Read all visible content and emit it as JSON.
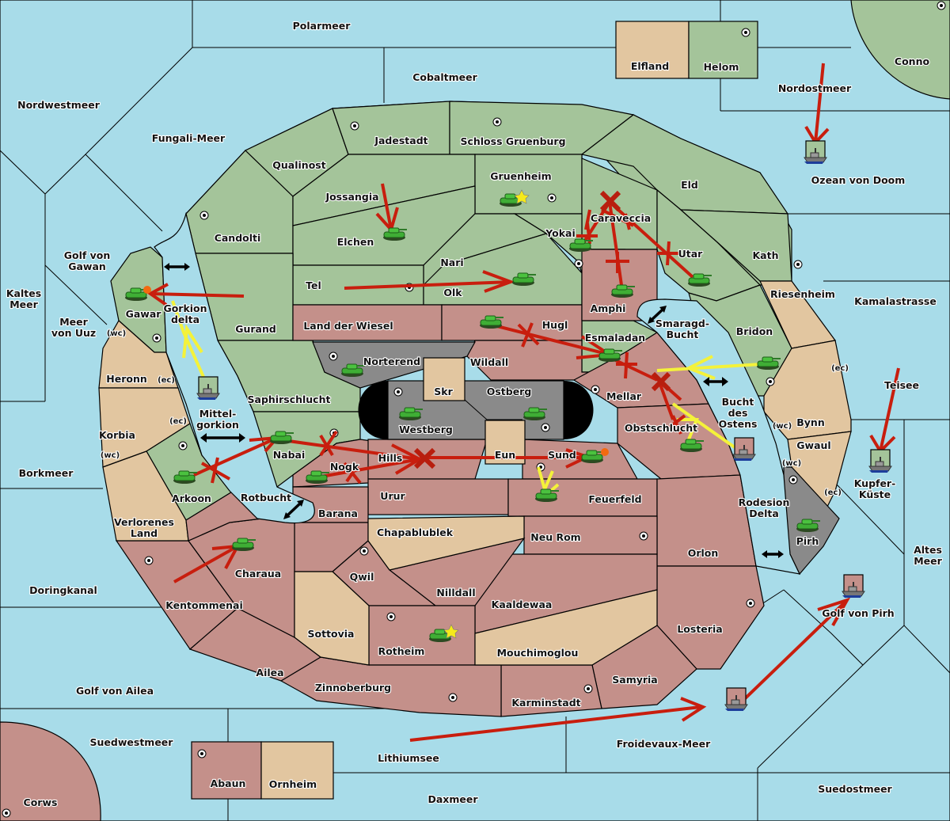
{
  "colors": {
    "sea": "#a8dce9",
    "green_power": "#a4c49a",
    "tan_neutral": "#e2c6a0",
    "red_power": "#c4908a",
    "gray_power": "#8a8a8a",
    "order_move": "#c81e0e",
    "order_support": "#f4f23a"
  },
  "seas": [
    {
      "name": "Polarmeer"
    },
    {
      "name": "Cobaltmeer"
    },
    {
      "name": "Nordwestmeer"
    },
    {
      "name": "Fungali-Meer"
    },
    {
      "name": "Nordostmeer"
    },
    {
      "name": "Ozean von Doom"
    },
    {
      "name": "Golf von Gawan"
    },
    {
      "name": "Kaltes Meer"
    },
    {
      "name": "Meer von Uuz"
    },
    {
      "name": "Gorkion delta"
    },
    {
      "name": "Mittel-gorkion"
    },
    {
      "name": "Rotbucht"
    },
    {
      "name": "Borkmeer"
    },
    {
      "name": "Doringkanal"
    },
    {
      "name": "Golf von Ailea"
    },
    {
      "name": "Suedwestmeer"
    },
    {
      "name": "Lithiumsee"
    },
    {
      "name": "Daxmeer"
    },
    {
      "name": "Froidevaux-Meer"
    },
    {
      "name": "Suedostmeer"
    },
    {
      "name": "Golf von Pirh"
    },
    {
      "name": "Altes Meer"
    },
    {
      "name": "Kupfer-Küste"
    },
    {
      "name": "Teisee"
    },
    {
      "name": "Kamalastrasse"
    },
    {
      "name": "Smaragd-Bucht"
    },
    {
      "name": "Bucht des Ostens"
    },
    {
      "name": "Rodesion Delta"
    }
  ],
  "labels": {
    "polarmeer": "Polarmeer",
    "cobaltmeer": "Cobaltmeer",
    "nordwestmeer": "Nordwestmeer",
    "fungali": "Fungali-Meer",
    "nordostmeer": "Nordostmeer",
    "ozean": "Ozean von Doom",
    "golf_gawan_1": "Golf von",
    "golf_gawan_2": "Gawan",
    "kaltes_1": "Kaltes",
    "kaltes_2": "Meer",
    "uuz_1": "Meer",
    "uuz_2": "von Uuz",
    "gorkion_1": "Gorkion",
    "gorkion_2": "delta",
    "mittel_1": "Mittel-",
    "mittel_2": "gorkion",
    "rotbucht": "Rotbucht",
    "borkmeer": "Borkmeer",
    "doringkanal": "Doringkanal",
    "golf_ailea": "Golf von Ailea",
    "suedwestmeer": "Suedwestmeer",
    "lithiumsee": "Lithiumsee",
    "daxmeer": "Daxmeer",
    "froidevaux": "Froidevaux-Meer",
    "suedostmeer": "Suedostmeer",
    "golf_pirh": "Golf von Pirh",
    "altes_1": "Altes",
    "altes_2": "Meer",
    "kupfer_1": "Kupfer-",
    "kupfer_2": "Küste",
    "teisee": "Teisee",
    "kamala": "Kamalastrasse",
    "smaragd_1": "Smaragd-",
    "smaragd_2": "Bucht",
    "bucht_1": "Bucht",
    "bucht_2": "des",
    "bucht_3": "Ostens",
    "rodesion_1": "Rodesion",
    "rodesion_2": "Delta",
    "elfland": "Elfland",
    "helom": "Helom",
    "conno": "Conno",
    "jadestadt": "Jadestadt",
    "schloss": "Schloss Gruenburg",
    "qualinost": "Qualinost",
    "jossangia": "Jossangia",
    "gruenheim": "Gruenheim",
    "eld": "Eld",
    "candolti": "Candolti",
    "elchen": "Elchen",
    "caraveccia": "Caraveccia",
    "yokai": "Yokai",
    "nari": "Nari",
    "utar": "Utar",
    "kath": "Kath",
    "tel": "Tel",
    "olk": "Olk",
    "amphi": "Amphi",
    "riesenheim": "Riesenheim",
    "gawar": "Gawar",
    "gurand": "Gurand",
    "wiesel": "Land der Wiesel",
    "hugl": "Hugl",
    "esmaladan": "Esmaladan",
    "bridon": "Bridon",
    "heronn": "Heronn",
    "norterend": "Norterend",
    "wildall": "Wildall",
    "skr": "Skr",
    "ostberg": "Ostberg",
    "mellar": "Mellar",
    "saphir": "Saphirschlucht",
    "westberg": "Westberg",
    "korbia": "Korbia",
    "obstschlucht": "Obstschlucht",
    "bynn": "Bynn",
    "nabai": "Nabai",
    "eun": "Eun",
    "sund": "Sund",
    "hills": "Hills",
    "nogk": "Nogk",
    "gwaul": "Gwaul",
    "arkoon": "Arkoon",
    "urur": "Urur",
    "feuerfeld": "Feuerfeld",
    "barana": "Barana",
    "verlorenes_1": "Verlorenes",
    "verlorenes_2": "Land",
    "chapa": "Chapablublek",
    "neurom": "Neu Rom",
    "pirh": "Pirh",
    "orlon": "Orlon",
    "charaua": "Charaua",
    "qwil": "Qwil",
    "nilldall": "Nilldall",
    "kaaldewaa": "Kaaldewaa",
    "kentommenai": "Kentommenai",
    "sottovia": "Sottovia",
    "rotheim": "Rotheim",
    "mouchi": "Mouchimoglou",
    "losteria": "Losteria",
    "ailea": "Ailea",
    "samyria": "Samyria",
    "zinnoberburg": "Zinnoberburg",
    "karminstadt": "Karminstadt",
    "abaun": "Abaun",
    "ornheim": "Ornheim",
    "corws": "Corws"
  },
  "coasts": {
    "wc": "(wc)",
    "ec": "(ec)"
  },
  "units": [
    {
      "type": "tank",
      "owner": "green",
      "province": "Gruenheim",
      "marker": "star"
    },
    {
      "type": "tank",
      "owner": "green",
      "province": "Elchen"
    },
    {
      "type": "tank",
      "owner": "green",
      "province": "Yokai"
    },
    {
      "type": "tank",
      "owner": "green",
      "province": "Olk"
    },
    {
      "type": "tank",
      "owner": "green",
      "province": "Amphi"
    },
    {
      "type": "tank",
      "owner": "green",
      "province": "Utar"
    },
    {
      "type": "tank",
      "owner": "green",
      "province": "Gawar",
      "marker": "dislodged"
    },
    {
      "type": "tank",
      "owner": "green",
      "province": "Hugl"
    },
    {
      "type": "tank",
      "owner": "green",
      "province": "Esmaladan"
    },
    {
      "type": "tank",
      "owner": "green",
      "province": "Bridon"
    },
    {
      "type": "tank",
      "owner": "green",
      "province": "Norterend"
    },
    {
      "type": "tank",
      "owner": "green",
      "province": "Westberg"
    },
    {
      "type": "tank",
      "owner": "green",
      "province": "Ostberg"
    },
    {
      "type": "tank",
      "owner": "green",
      "province": "Nabai"
    },
    {
      "type": "tank",
      "owner": "green",
      "province": "Arkoon"
    },
    {
      "type": "tank",
      "owner": "green",
      "province": "Nogk"
    },
    {
      "type": "tank",
      "owner": "green",
      "province": "Sund",
      "marker": "dislodged"
    },
    {
      "type": "tank",
      "owner": "green",
      "province": "Obstschlucht"
    },
    {
      "type": "tank",
      "owner": "green",
      "province": "Feuerfeld"
    },
    {
      "type": "tank",
      "owner": "green",
      "province": "Charaua"
    },
    {
      "type": "tank",
      "owner": "green",
      "province": "Rotheim",
      "marker": "star"
    },
    {
      "type": "tank",
      "owner": "green",
      "province": "Pirh"
    },
    {
      "type": "ship",
      "owner": "green",
      "province": "Ozean von Doom"
    },
    {
      "type": "ship",
      "owner": "green",
      "province": "Mittel-gorkion"
    },
    {
      "type": "ship",
      "owner": "red",
      "province": "Bucht des Ostens"
    },
    {
      "type": "ship",
      "owner": "green",
      "province": "Kupfer-Küste"
    },
    {
      "type": "ship",
      "owner": "red",
      "province": "Golf von Pirh"
    },
    {
      "type": "ship",
      "owner": "red",
      "province": "Froidevaux-Meer"
    }
  ]
}
